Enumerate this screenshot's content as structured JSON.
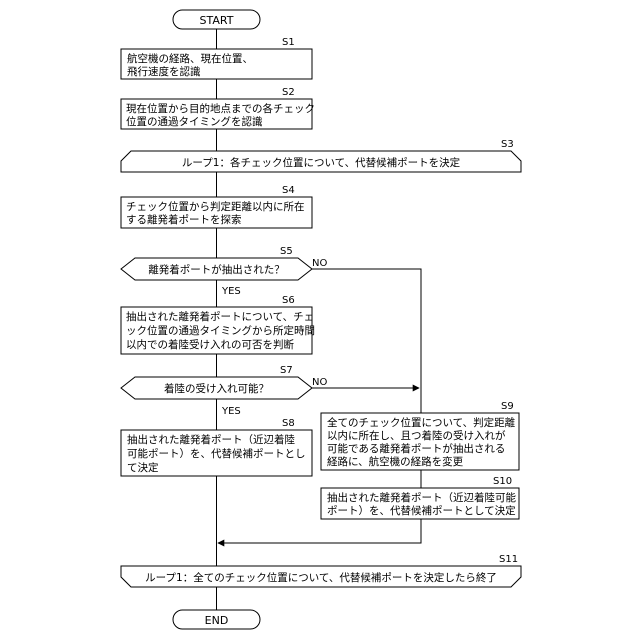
{
  "start": "START",
  "end": "END",
  "steps": {
    "s1": {
      "label": "S1",
      "lines": [
        "航空機の経路、現在位置、",
        "飛行速度を認識"
      ]
    },
    "s2": {
      "label": "S2",
      "lines": [
        "現在位置から目的地点までの各チェック",
        "位置の通過タイミングを認識"
      ]
    },
    "s3": {
      "label": "S3",
      "lines": [
        "ループ1：各チェック位置について、代替候補ポートを決定"
      ]
    },
    "s4": {
      "label": "S4",
      "lines": [
        "チェック位置から判定距離以内に所在",
        "する離発着ポートを探索"
      ]
    },
    "s5": {
      "label": "S5",
      "lines": [
        "離発着ポートが抽出された？"
      ]
    },
    "s6": {
      "label": "S6",
      "lines": [
        "抽出された離発着ポートについて、チェ",
        "ック位置の通過タイミングから所定時間",
        "以内での着陸受け入れの可否を判断"
      ]
    },
    "s7": {
      "label": "S7",
      "lines": [
        "着陸の受け入れ可能？"
      ]
    },
    "s8": {
      "label": "S8",
      "lines": [
        "抽出された離発着ポート（近辺着陸",
        "可能ポート）を、代替候補ポートとし",
        "て決定"
      ]
    },
    "s9": {
      "label": "S9",
      "lines": [
        "全てのチェック位置について、判定距離",
        "以内に所在し、且つ着陸の受け入れが",
        "可能である離発着ポートが抽出される",
        "経路に、航空機の経路を変更"
      ]
    },
    "s10": {
      "label": "S10",
      "lines": [
        "抽出された離発着ポート（近辺着陸可能",
        "ポート）を、代替候補ポートとして決定"
      ]
    },
    "s11": {
      "label": "S11",
      "lines": [
        "ループ1：全てのチェック位置について、代替候補ポートを決定したら終了"
      ]
    }
  },
  "branches": {
    "s5_yes": "YES",
    "s5_no": "NO",
    "s7_yes": "YES",
    "s7_no": "NO"
  }
}
